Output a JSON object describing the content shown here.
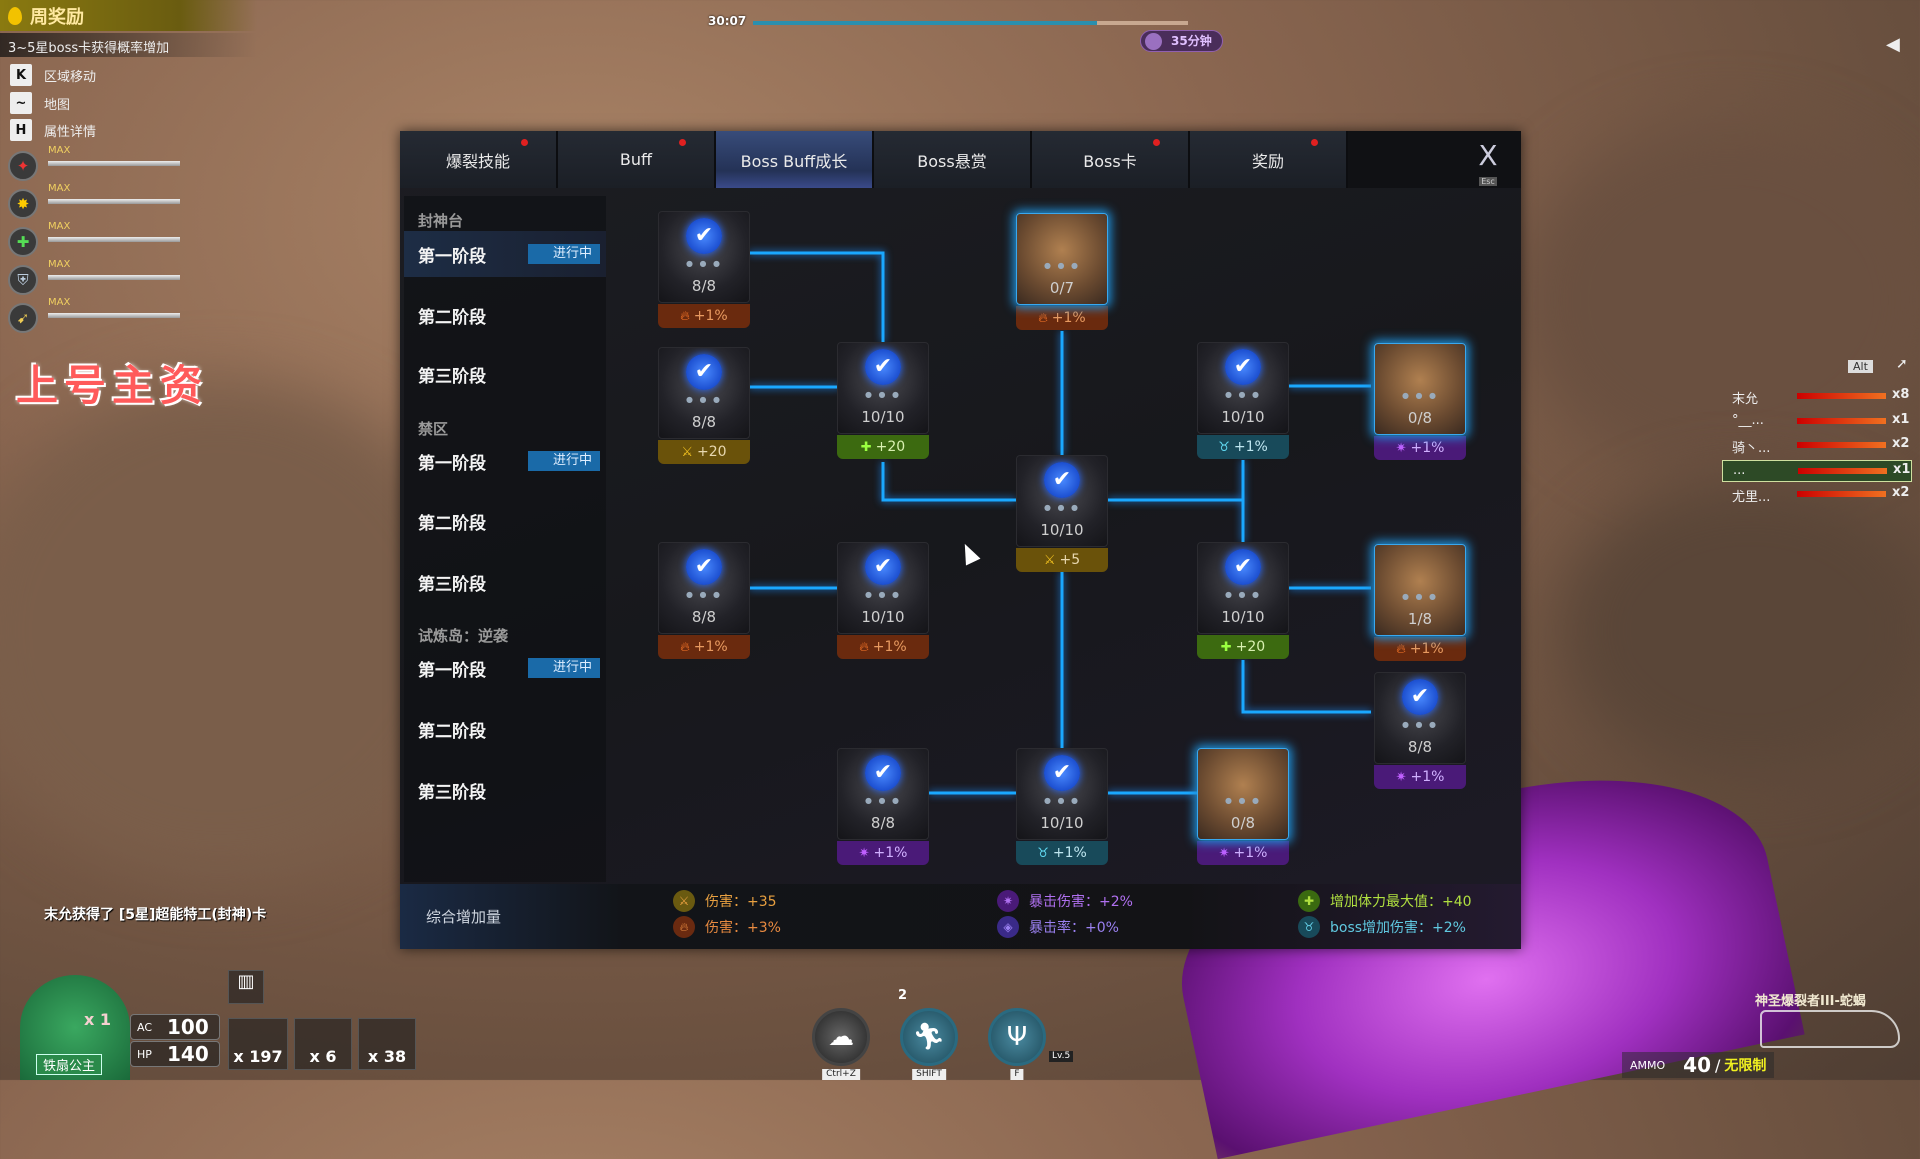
{
  "hud": {
    "weekly_title": "周奖励",
    "weekly_desc": "3~5星boss卡获得概率增加",
    "keys": [
      {
        "key": "K",
        "label": "区域移动"
      },
      {
        "key": "~",
        "label": "地图"
      },
      {
        "key": "H",
        "label": "属性详情"
      }
    ],
    "stats": [
      "MAX",
      "MAX",
      "MAX",
      "MAX",
      "MAX"
    ],
    "overlay_text": "上号主资",
    "timer": "30:07",
    "timer_progress": 0.79,
    "time_badge": "35分钟",
    "alt_label": "Alt",
    "players": [
      {
        "name": "末允",
        "count": "x8"
      },
      {
        "name": "°__...",
        "count": "x1"
      },
      {
        "name": "骑丶...",
        "count": "x2"
      },
      {
        "name": "...",
        "count": "x1"
      },
      {
        "name": "尤里...",
        "count": "x2"
      }
    ],
    "chat": "末允获得了 [5星]超能特工(封神)卡",
    "character_name": "铁扇公主",
    "lives": "x 1",
    "ac_label": "AC",
    "ac_value": "100",
    "hp_label": "HP",
    "hp_value": "140",
    "inventory": [
      "x 197",
      "x 6",
      "x 38"
    ],
    "skill_count": "2",
    "skills": [
      {
        "icon": "cloud-icon",
        "key": "Ctrl+Z"
      },
      {
        "icon": "dash-icon",
        "key": "SHIFT"
      },
      {
        "icon": "trident-icon",
        "key": "F",
        "level": "Lv.5"
      }
    ],
    "weapon_name": "神圣爆裂者III-蛇蝎",
    "ammo_label": "AMMO",
    "ammo_value": "40",
    "ammo_reserve": "无限制"
  },
  "panel": {
    "tabs": [
      {
        "label": "爆裂技能",
        "dot": true
      },
      {
        "label": "Buff",
        "dot": true
      },
      {
        "label": "Boss Buff成长",
        "dot": false,
        "active": true
      },
      {
        "label": "Boss悬赏",
        "dot": false
      },
      {
        "label": "Boss卡",
        "dot": true
      },
      {
        "label": "奖励",
        "dot": true
      }
    ],
    "close_label": "X",
    "esc_label": "Esc",
    "sidebar": {
      "groups": [
        "封神台",
        "禁区",
        "试炼岛：逆袭"
      ],
      "stages": [
        "第一阶段",
        "第二阶段",
        "第三阶段"
      ],
      "in_progress": "进行中"
    },
    "nodes": [
      {
        "progress": "8/8",
        "done": true,
        "type": "fire",
        "bonus": "+1%"
      },
      {
        "progress": "0/7",
        "done": false,
        "type": "fire",
        "bonus": "+1%",
        "boss": true
      },
      {
        "progress": "8/8",
        "done": true,
        "type": "dmg",
        "bonus": "+20"
      },
      {
        "progress": "10/10",
        "done": true,
        "type": "hp",
        "bonus": "+20"
      },
      {
        "progress": "10/10",
        "done": true,
        "type": "boss",
        "bonus": "+1%"
      },
      {
        "progress": "0/8",
        "done": false,
        "type": "crit",
        "bonus": "+1%",
        "boss": true
      },
      {
        "progress": "10/10",
        "done": true,
        "type": "dmg",
        "bonus": "+5"
      },
      {
        "progress": "8/8",
        "done": true,
        "type": "fire",
        "bonus": "+1%"
      },
      {
        "progress": "10/10",
        "done": true,
        "type": "fire",
        "bonus": "+1%"
      },
      {
        "progress": "10/10",
        "done": true,
        "type": "hp",
        "bonus": "+20"
      },
      {
        "progress": "1/8",
        "done": false,
        "type": "fire",
        "bonus": "+1%",
        "boss": true
      },
      {
        "progress": "8/8",
        "done": true,
        "type": "crit",
        "bonus": "+1%"
      },
      {
        "progress": "8/8",
        "done": true,
        "type": "crit",
        "bonus": "+1%"
      },
      {
        "progress": "10/10",
        "done": true,
        "type": "boss",
        "bonus": "+1%"
      },
      {
        "progress": "0/8",
        "done": false,
        "type": "crit",
        "bonus": "+1%",
        "boss": true
      }
    ],
    "summary": {
      "label": "综合增加量",
      "items": [
        {
          "icon": "sword-icon",
          "text": "伤害：+35",
          "color": "#e8a040"
        },
        {
          "icon": "fire-icon",
          "text": "伤害：+3%",
          "color": "#e88a40"
        },
        {
          "icon": "crit-damage-icon",
          "text": "暴击伤害：+2%",
          "color": "#b070f0"
        },
        {
          "icon": "crit-rate-icon",
          "text": "暴击率：+0%",
          "color": "#9a80f0"
        },
        {
          "icon": "health-plus-icon",
          "text": "增加体力最大值：+40",
          "color": "#b0e040"
        },
        {
          "icon": "boss-damage-icon",
          "text": "boss增加伤害：+2%",
          "color": "#60c8e0"
        }
      ]
    }
  }
}
